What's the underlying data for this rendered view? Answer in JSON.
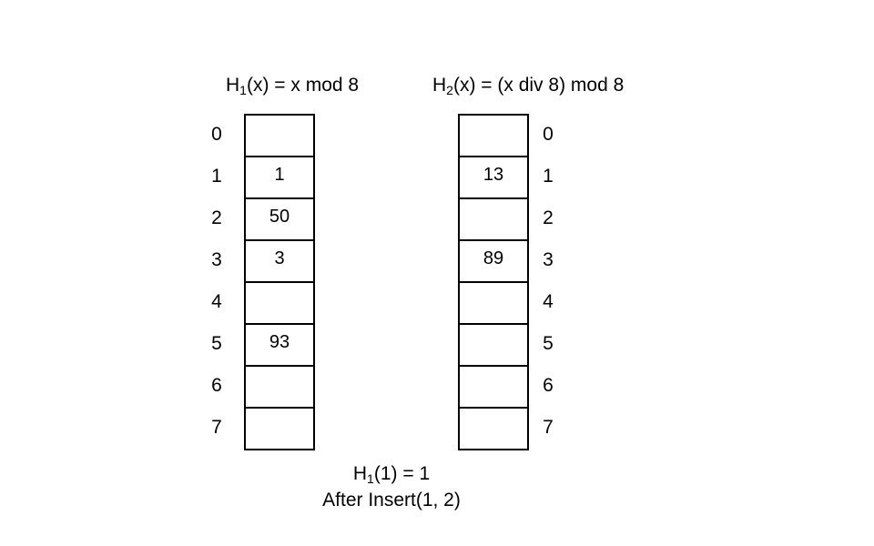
{
  "hash_functions": {
    "left": {
      "name": "H",
      "subscript": "1",
      "rest": "(x) = x mod 8"
    },
    "right": {
      "name": "H",
      "subscript": "2",
      "rest": "(x) = (x div 8) mod 8"
    }
  },
  "indices": [
    "0",
    "1",
    "2",
    "3",
    "4",
    "5",
    "6",
    "7"
  ],
  "table_left": [
    "",
    "1",
    "50",
    "3",
    "",
    "93",
    "",
    ""
  ],
  "table_right": [
    "",
    "13",
    "",
    "89",
    "",
    "",
    "",
    ""
  ],
  "caption": {
    "line1": {
      "name": "H",
      "subscript": "1",
      "rest": "(1) = 1"
    },
    "line2": "After Insert(1, 2)"
  }
}
